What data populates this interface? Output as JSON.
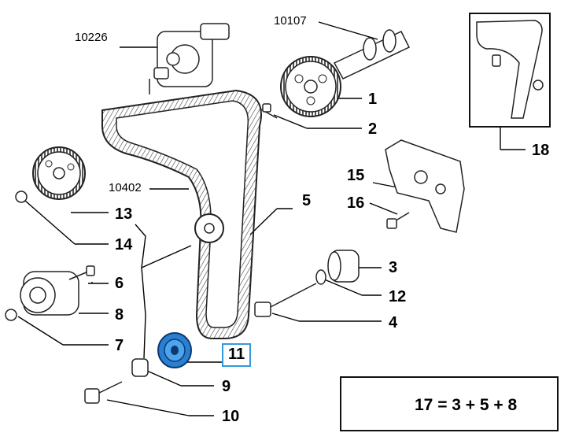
{
  "labels": {
    "p10226": "10226",
    "p10107": "10107",
    "p10402": "10402",
    "p1": "1",
    "p2": "2",
    "p3": "3",
    "p4": "4",
    "p5": "5",
    "p6": "6",
    "p7": "7",
    "p8": "8",
    "p9": "9",
    "p10": "10",
    "p11": "11",
    "p12": "12",
    "p13": "13",
    "p14": "14",
    "p15": "15",
    "p16": "16",
    "p18": "18"
  },
  "kit": {
    "formula": "17 = 3 + 5 + 8"
  },
  "highlight": {
    "part": "11",
    "color": "#3399dd",
    "fill": "#2b7fd0"
  }
}
